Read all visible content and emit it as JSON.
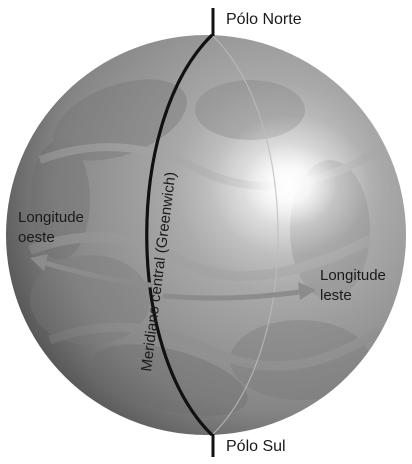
{
  "labels": {
    "north_pole": "Pólo Norte",
    "south_pole": "Pólo Sul",
    "west_longitude_line1": "Longitude",
    "west_longitude_line2": "oeste",
    "east_longitude_line1": "Longitude",
    "east_longitude_line2": "leste",
    "central_meridian": "Meridiano central (Greenwich)"
  },
  "colors": {
    "background": "#ffffff",
    "globe_light": "#d4d4d4",
    "globe_mid": "#9a9a9a",
    "globe_dark": "#555555",
    "highlight": "#ffffff",
    "meridian": "#111111",
    "arrow": "#8c8c8c",
    "label_text": "#1a1a1a"
  }
}
